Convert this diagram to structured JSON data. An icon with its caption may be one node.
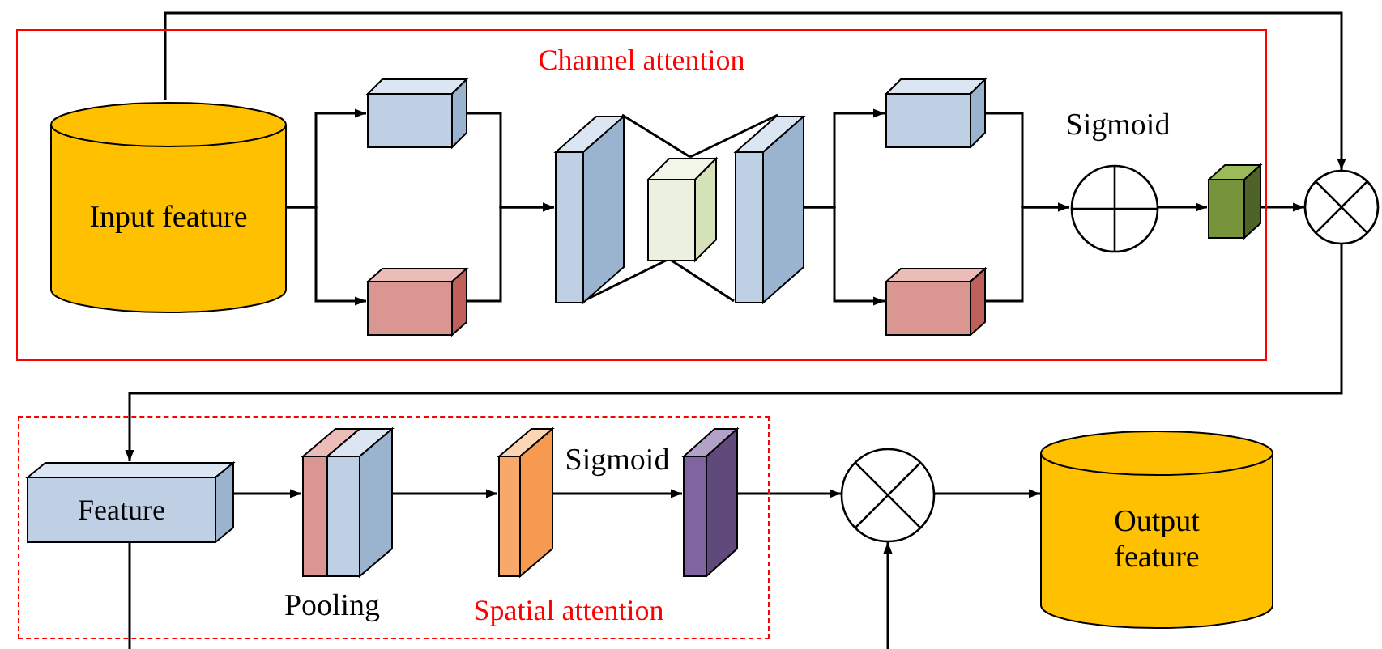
{
  "diagram": {
    "nodes": [
      {
        "text": [
          "Channel attention"
        ]
      },
      {
        "text": [
          "Input feature"
        ],
        "in": 0
      },
      {
        "text": [],
        "shape": "box",
        "in": 0
      },
      {
        "text": [],
        "shape": "box",
        "in": 0
      },
      {
        "text": [],
        "shape": "box",
        "in": 0
      },
      {
        "text": [],
        "shape": "box",
        "in": 0
      },
      {
        "text": [],
        "shape": "box",
        "in": 0
      },
      {
        "text": [],
        "shape": "box",
        "in": 0
      },
      {
        "text": [],
        "shape": "box",
        "in": 0
      },
      {
        "text": [],
        "shape": "circle",
        "in": 0
      },
      {
        "text": [],
        "shape": "box",
        "in": 0
      },
      {
        "text": [],
        "shape": "circle"
      },
      {
        "text": [
          "Spatial attention"
        ]
      },
      {
        "text": [
          "Feature"
        ],
        "in": 12
      },
      {
        "text": [],
        "shape": "box",
        "in": 12,
        "beside": [
          "Pooling"
        ]
      },
      {
        "text": [],
        "shape": "box",
        "in": 12
      },
      {
        "text": [],
        "shape": "box",
        "in": 12
      },
      {
        "text": [],
        "shape": "circle"
      },
      {
        "text": [
          "Output feature"
        ]
      }
    ],
    "edges": [
      {
        "from": 1,
        "to": 2,
        "arrow": "to"
      },
      {
        "from": 1,
        "to": 3,
        "arrow": "to"
      },
      {
        "from": 2,
        "to": 4,
        "arrow": "to"
      },
      {
        "from": 3,
        "to": 4,
        "arrow": "to"
      },
      {
        "from": 4,
        "to": 5,
        "arrow": "none"
      },
      {
        "from": 4,
        "to": 5,
        "arrow": "none"
      },
      {
        "from": 5,
        "to": 6,
        "arrow": "none"
      },
      {
        "from": 5,
        "to": 6,
        "arrow": "none"
      },
      {
        "from": 6,
        "to": 7,
        "arrow": "to"
      },
      {
        "from": 6,
        "to": 8,
        "arrow": "to"
      },
      {
        "from": 7,
        "to": 9,
        "arrow": "to"
      },
      {
        "from": 8,
        "to": 9,
        "arrow": "to"
      },
      {
        "from": 9,
        "to": 10,
        "arrow": "to"
      },
      {
        "from": 10,
        "to": 11,
        "arrow": "to"
      },
      {
        "from": 1,
        "to": 11,
        "arrow": "to"
      },
      {
        "from": 11,
        "to": 13,
        "arrow": "to"
      },
      {
        "from": 13,
        "to": 14,
        "arrow": "to"
      },
      {
        "from": 14,
        "to": 15,
        "arrow": "to"
      },
      {
        "from": 15,
        "to": 16,
        "arrow": "to",
        "label": "Sigmoid"
      },
      {
        "from": 16,
        "to": 17,
        "arrow": "to"
      },
      {
        "from": 17,
        "to": 18,
        "arrow": "to"
      },
      {
        "from": 13,
        "to": null,
        "arrow": "none"
      },
      {
        "from": null,
        "to": 17,
        "arrow": "to"
      }
    ],
    "labels": [
      "Sigmoid"
    ]
  }
}
